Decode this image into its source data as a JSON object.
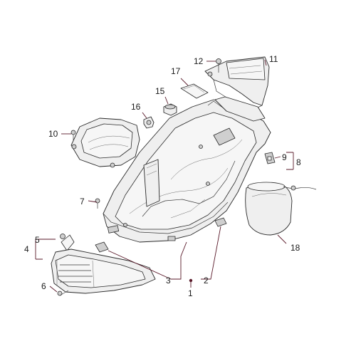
{
  "callouts": {
    "c1": "1",
    "c2": "2",
    "c3": "3",
    "c4": "4",
    "c5": "5",
    "c6": "6",
    "c7": "7",
    "c8": "8",
    "c9": "9",
    "c10": "10",
    "c11": "11",
    "c12": "12",
    "c15": "15",
    "c16": "16",
    "c17": "17",
    "c18": "18"
  },
  "colors": {
    "outline": "#2a2a2a",
    "fill": "#efefef",
    "leader": "#5a1a2a"
  }
}
